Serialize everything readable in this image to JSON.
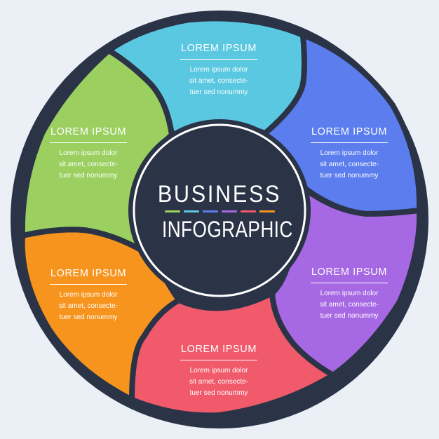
{
  "colors": {
    "background": "#EBF0F7",
    "navy": "#2B3347",
    "white": "#FFFFFF"
  },
  "center": {
    "title_line1": "BUSINESS",
    "title_line2": "INFOGRAPHIC"
  },
  "segments": [
    {
      "id": "teal",
      "color": "#5AC8E0",
      "title": "LOREM IPSUM",
      "body": [
        "Lorem ipsum dolor",
        "sit amet, consecte-",
        "tuer sed nonummy"
      ]
    },
    {
      "id": "blue",
      "color": "#5B7DEE",
      "title": "LOREM IPSUM",
      "body": [
        "Lorem ipsum dolor",
        "sit amet, consecte-",
        "tuer sed nonummy"
      ]
    },
    {
      "id": "purple",
      "color": "#A768E3",
      "title": "LOREM IPSUM",
      "body": [
        "Lorem ipsum dolor",
        "sit amet, consecte-",
        "tuer sed nonummy"
      ]
    },
    {
      "id": "red",
      "color": "#F05A6B",
      "title": "LOREM IPSUM",
      "body": [
        "Lorem ipsum dolor",
        "sit amet, consecte-",
        "tuer sed nonummy"
      ]
    },
    {
      "id": "orange",
      "color": "#F7941E",
      "title": "LOREM IPSUM",
      "body": [
        "Lorem ipsum dolor",
        "sit amet, consecte-",
        "tuer sed nonummy"
      ]
    },
    {
      "id": "green",
      "color": "#9BD061",
      "title": "LOREM IPSUM",
      "body": [
        "Lorem ipsum dolor",
        "sit amet, consecte-",
        "tuer sed nonummy"
      ]
    }
  ]
}
